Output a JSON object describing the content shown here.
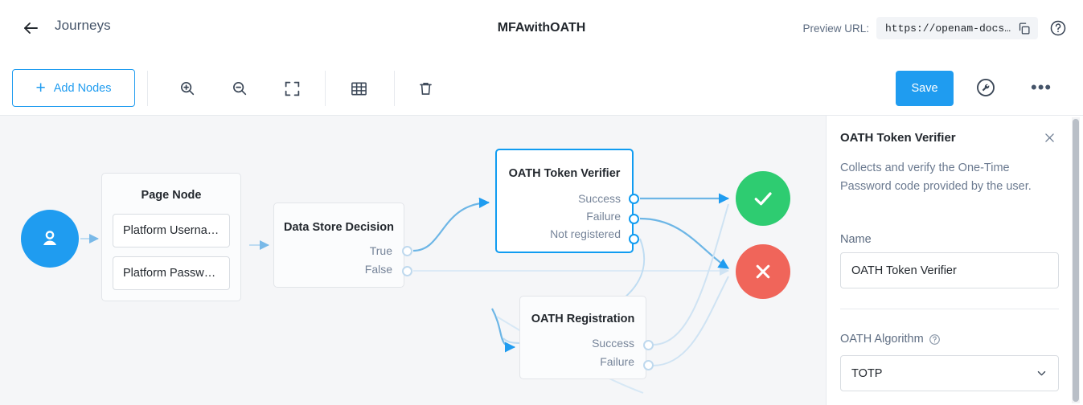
{
  "header": {
    "back_icon": "arrow-left-icon",
    "breadcrumb": "Journeys",
    "title": "MFAwithOATH",
    "preview_label": "Preview URL:",
    "preview_url": "https://openam-docs…",
    "copy_icon": "copy-icon",
    "help_icon": "help-circle-icon"
  },
  "toolbar": {
    "add_nodes_label": "Add Nodes",
    "plus_glyph": "+",
    "zoom_in_icon": "zoom-in-icon",
    "zoom_out_icon": "zoom-out-icon",
    "fit_screen_icon": "fit-to-screen-icon",
    "grid_icon": "grid-icon",
    "delete_icon": "trash-icon",
    "save_label": "Save",
    "tools_icon": "wrench-circle-icon",
    "more_icon": "•••"
  },
  "canvas": {
    "start_node": {
      "icon": "user-icon",
      "color": "#1f9cf0"
    },
    "nodes": [
      {
        "id": "page-node",
        "title": "Page Node",
        "selected": false,
        "children": [
          "Platform Userna…",
          "Platform Passw…"
        ],
        "ports": []
      },
      {
        "id": "data-store-decision",
        "title": "Data Store Decision",
        "selected": false,
        "children": [],
        "ports": [
          "True",
          "False"
        ]
      },
      {
        "id": "oath-token-verifier",
        "title": "OATH Token Verifier",
        "selected": true,
        "children": [],
        "ports": [
          "Success",
          "Failure",
          "Not registered"
        ]
      },
      {
        "id": "oath-registration",
        "title": "OATH Registration",
        "selected": false,
        "children": [],
        "ports": [
          "Success",
          "Failure"
        ]
      }
    ],
    "terminals": [
      {
        "id": "success-terminal",
        "icon": "check-icon",
        "color": "#2ecc71"
      },
      {
        "id": "failure-terminal",
        "icon": "close-icon",
        "color": "#f0655a"
      }
    ]
  },
  "panel": {
    "title": "OATH Token Verifier",
    "close_icon": "close-icon",
    "description": "Collects and verify the One-Time Password code provided by the user.",
    "name_label": "Name",
    "name_value": "OATH Token Verifier",
    "algorithm_label": "OATH Algorithm",
    "algorithm_help_icon": "help-circle-icon",
    "algorithm_value": "TOTP",
    "chevron_icon": "chevron-down-icon"
  }
}
